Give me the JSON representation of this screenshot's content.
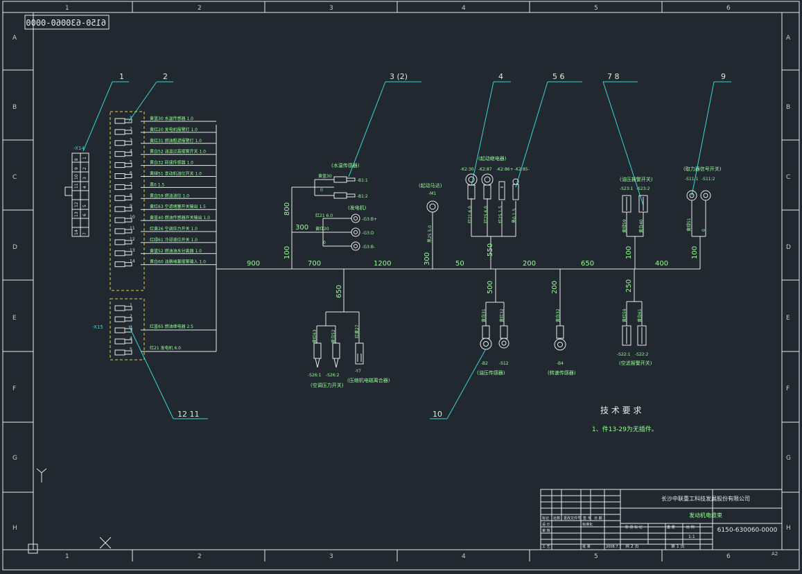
{
  "drawing_number_mirrored": "6150-630060-0000",
  "border": {
    "columns": [
      "1",
      "2",
      "3",
      "4",
      "5",
      "6"
    ],
    "rows": [
      "A",
      "B",
      "C",
      "D",
      "E",
      "F",
      "G",
      "H"
    ],
    "sheet_size": "A2"
  },
  "balloons": [
    "1",
    "2",
    "3 (2)",
    "4",
    "5 6",
    "7 8",
    "9",
    "10",
    "12 11"
  ],
  "connectors": {
    "x14": {
      "label": "-X14",
      "pins_left": [
        "8",
        "10",
        "12",
        "13",
        "14"
      ],
      "pins_mid": [
        "1",
        "9",
        "11",
        "5",
        "6",
        "7"
      ],
      "pins_right": [
        "2",
        "3",
        "4"
      ]
    },
    "x15": {
      "label": "-X15"
    },
    "x14_pin_numbers": [
      "1",
      "2",
      "3",
      "4",
      "5",
      "6",
      "7",
      "8",
      "9",
      "10",
      "11",
      "12",
      "13",
      "14"
    ],
    "x15_pin_numbers": [
      "1",
      "2",
      "3",
      "4",
      "5"
    ],
    "x14_wire_labels": [
      "黄蓝30 水温传感器 1.0",
      "黄红20 发电机报警灯 1.0",
      "黄红31 燃油粗滤报警灯 1.0",
      "黄白52 油温过高报警开关 1.0",
      "黄白32 转速传感器 1.0",
      "黄绿51 发动机油位开关 1.0",
      "黑0 1.5",
      "黄白59 燃油油位 1.0",
      "黄红63 空滤堵塞开关输出 1.5",
      "黄蓝40 燃油传感器开关输出 1.0",
      "红黄26 空调压力开关 1.0",
      "红绿61 冷却液位开关 1.0",
      "黄蓝52 燃油油水分离器 1.0",
      "黄白60 油路堵塞报警输入 1.0"
    ],
    "x15_wire_labels": [
      "红蓝65 燃油继电器 2.5",
      "红21 发电机 6.0"
    ]
  },
  "dimensions": [
    "900",
    "700",
    "1200",
    "300",
    "50",
    "550",
    "200",
    "650",
    "100",
    "400",
    "800",
    "300",
    "100",
    "650",
    "500",
    "200",
    "250",
    "100"
  ],
  "components": {
    "water_temp_sensor": {
      "title": "(水温传感器)",
      "wires": [
        "黄蓝30",
        "0"
      ],
      "pins": [
        "-B1:1",
        "-B1:2"
      ]
    },
    "generator": {
      "title": "(发电机)",
      "wires": [
        "红21 6.0",
        "黄红20",
        "0"
      ],
      "pins": [
        "-G3:B+",
        "-G3:D",
        "-G3:B-"
      ]
    },
    "starter_ground": {
      "title": "(起动马达)",
      "ref": "-M1",
      "wire": "黑25 5.0"
    },
    "start_relay": {
      "title": "(起动继电器)",
      "pins": [
        "-K2:30",
        "-K2:87",
        "-K2:86+",
        "-K2:85-"
      ],
      "wires": [
        "红21 6.0",
        "红25 6.0",
        "红25 1.5",
        "黑0 1.5"
      ]
    },
    "oil_pressure_switch": {
      "title": "(油压报警开关)",
      "pins": [
        "-S23:1",
        "-S23:2"
      ],
      "wires": [
        "黄绿59",
        "黄白40"
      ]
    },
    "hydraulic_oil_temp_switch": {
      "title": "(取力器信号开关)",
      "pins": [
        "-S11:1",
        "-S11:2"
      ],
      "wires": [
        "黄绿51",
        "0"
      ]
    },
    "ac_pressure_switch": {
      "title": "(空调压力开关)",
      "pins": [
        "-S26:1",
        "-S26:2"
      ],
      "wires": [
        "黄红63",
        "黄白52"
      ]
    },
    "compressor_clutch": {
      "title": "(压缩机电磁离合器)",
      "ref": "-Y7",
      "wire": "红黄27"
    },
    "oil_pressure_sensor": {
      "title": "(油压传感器)",
      "pins": [
        "-B2",
        "-S12"
      ],
      "wires": [
        "黄白31",
        "黄红32"
      ]
    },
    "speed_sensor": {
      "title": "(转速传感器)",
      "ref": "-B4",
      "wire": "黄白32"
    },
    "air_filter_switch": {
      "title": "(空滤报警开关)",
      "pins": [
        "-S22:1",
        "-S22:2"
      ],
      "wires": [
        "黄红59",
        "黄白61"
      ]
    }
  },
  "tech_requirements": {
    "heading": "技 术 要 求",
    "item": "1、件13-29为无插件。"
  },
  "title_block": {
    "company": "长沙中联重工科技发展股份有限公司",
    "drawing_name": "发动机电缆束",
    "drawing_number": "6150-630060-0000",
    "scale": "1:1",
    "date": "2008.7.7",
    "sheets_total": "共 2 页",
    "sheet_no": "第 1 页",
    "headers": [
      "标记",
      "处数",
      "更改文件号",
      "签 字",
      "日 期"
    ],
    "roles": [
      "设 计",
      "审 核",
      "工 艺",
      "标准化",
      "批 准"
    ],
    "mark_labels": [
      "阶 段 标 记",
      "重 量",
      "比 例"
    ]
  }
}
